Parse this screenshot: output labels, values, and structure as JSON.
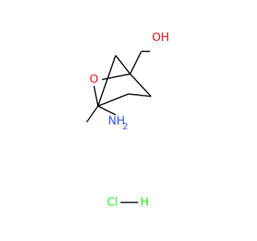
{
  "molecule": {
    "atoms": {
      "oxygen_ring": {
        "text": "O",
        "color": "#ff0d0d"
      },
      "hydroxyl": {
        "text": "OH",
        "color": "#ff0d0d"
      },
      "amino": {
        "text": "NH",
        "color": "#3050f8"
      },
      "amino_subscript": {
        "text": "2",
        "color": "#3050f8"
      },
      "chlorine": {
        "text": "Cl",
        "color": "#1ff01f"
      },
      "hydrogen": {
        "text": "H",
        "color": "#1ff01f"
      }
    },
    "bond_color": "#000000"
  }
}
